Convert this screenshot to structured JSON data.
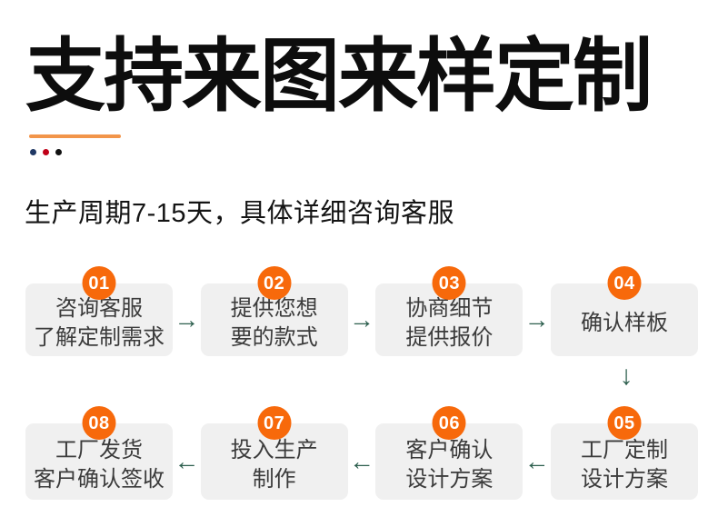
{
  "header": {
    "title": "支持来图来样定制",
    "subtitle": "生产周期7-15天，具体详细咨询客服"
  },
  "colors": {
    "title_black": "#0D0D0D",
    "accent_orange_line": "#F2954A",
    "badge_orange": "#F7690B",
    "box_gray": "#F0F0F0",
    "box_text": "#3B3B3B",
    "arrow_green": "#2D5F4E",
    "dot_blue": "#1F3864",
    "dot_red": "#C00018",
    "dot_black": "#111111"
  },
  "flow": {
    "arrow_right": "→",
    "arrow_left": "←",
    "arrow_down": "↓",
    "steps": [
      {
        "num": "01",
        "line1": "咨询客服",
        "line2": "了解定制需求"
      },
      {
        "num": "02",
        "line1": "提供您想",
        "line2": "要的款式"
      },
      {
        "num": "03",
        "line1": "协商细节",
        "line2": "提供报价"
      },
      {
        "num": "04",
        "line1": "确认样板",
        "line2": ""
      },
      {
        "num": "05",
        "line1": "工厂定制",
        "line2": "设计方案"
      },
      {
        "num": "06",
        "line1": "客户确认",
        "line2": "设计方案"
      },
      {
        "num": "07",
        "line1": "投入生产",
        "line2": "制作"
      },
      {
        "num": "08",
        "line1": "工厂发货",
        "line2": "客户确认签收"
      }
    ]
  }
}
